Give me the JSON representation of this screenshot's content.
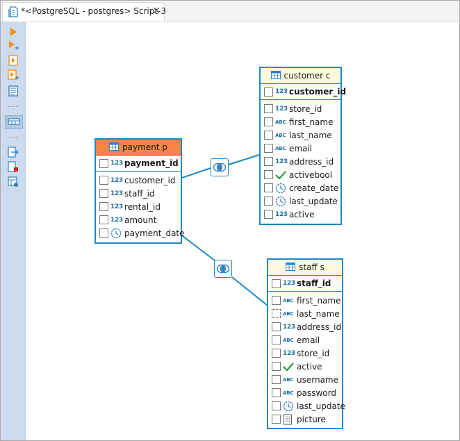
{
  "editor_tab": {
    "title": "*<PostgreSQL - postgres> Script-3"
  },
  "colors": {
    "accent": "#1e88c7",
    "payment_header": "#f58540",
    "entity_header": "#fdf9dc",
    "toolbar": "#ccdcee"
  },
  "toolbar": {
    "items": [
      {
        "name": "execute-statement",
        "icon": "play-icon"
      },
      {
        "name": "execute-in-new-tab",
        "icon": "play-plus-icon"
      },
      {
        "name": "execute-script",
        "icon": "script-run-icon"
      },
      {
        "name": "execute-script-new-tab",
        "icon": "script-run-plus-icon"
      },
      {
        "name": "explain-plan",
        "icon": "plan-icon"
      },
      {
        "name": "query-manager",
        "icon": "query-manager-icon"
      },
      {
        "name": "export",
        "icon": "export-icon"
      },
      {
        "name": "close-panel",
        "icon": "doc-close-icon"
      },
      {
        "name": "show-panels",
        "icon": "panels-icon"
      }
    ]
  },
  "diagram": {
    "entities": {
      "payment": {
        "title": "payment p",
        "pk": {
          "name": "payment_id",
          "type": "123"
        },
        "columns": [
          {
            "name": "customer_id",
            "type": "123"
          },
          {
            "name": "staff_id",
            "type": "123"
          },
          {
            "name": "rental_id",
            "type": "123"
          },
          {
            "name": "amount",
            "type": "123"
          },
          {
            "name": "payment_date",
            "type": "datetime"
          }
        ]
      },
      "customer": {
        "title": "customer c",
        "pk": {
          "name": "customer_id",
          "type": "123"
        },
        "columns": [
          {
            "name": "store_id",
            "type": "123"
          },
          {
            "name": "first_name",
            "type": "abc"
          },
          {
            "name": "last_name",
            "type": "abc"
          },
          {
            "name": "email",
            "type": "abc"
          },
          {
            "name": "address_id",
            "type": "123"
          },
          {
            "name": "activebool",
            "type": "bool"
          },
          {
            "name": "create_date",
            "type": "datetime"
          },
          {
            "name": "last_update",
            "type": "datetime"
          },
          {
            "name": "active",
            "type": "123"
          }
        ]
      },
      "staff": {
        "title": "staff s",
        "pk": {
          "name": "staff_id",
          "type": "123"
        },
        "columns": [
          {
            "name": "first_name",
            "type": "abc"
          },
          {
            "name": "last_name",
            "type": "abc"
          },
          {
            "name": "address_id",
            "type": "123"
          },
          {
            "name": "email",
            "type": "abc"
          },
          {
            "name": "store_id",
            "type": "123"
          },
          {
            "name": "active",
            "type": "bool"
          },
          {
            "name": "username",
            "type": "abc"
          },
          {
            "name": "password",
            "type": "abc"
          },
          {
            "name": "last_update",
            "type": "datetime"
          },
          {
            "name": "picture",
            "type": "binary"
          }
        ]
      }
    },
    "joins": [
      {
        "from": "payment",
        "to": "customer",
        "kind": "inner-join"
      },
      {
        "from": "payment",
        "to": "staff",
        "kind": "inner-join"
      }
    ]
  }
}
